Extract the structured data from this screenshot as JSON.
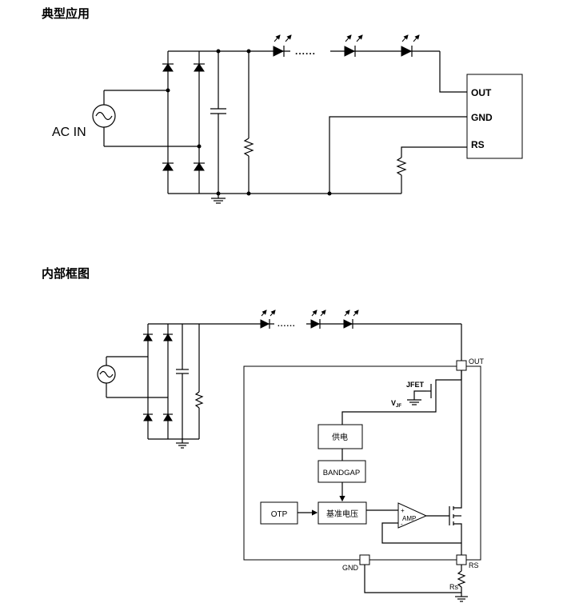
{
  "headings": {
    "typical_application": "典型应用",
    "internal_block_diagram": "内部框图"
  },
  "typical": {
    "ac_in_label": "AC IN",
    "led_ellipsis": "......",
    "pins": {
      "out": "OUT",
      "gnd": "GND",
      "rs": "RS"
    }
  },
  "internal": {
    "led_ellipsis": "......",
    "pins": {
      "out": "OUT",
      "gnd": "GND",
      "rs": "RS"
    },
    "jfet_label": "JFET",
    "vjf_label": "V",
    "vjf_sub": "JF",
    "blocks": {
      "supply": "供电",
      "bandgap": "BANDGAP",
      "reference": "基准电压",
      "otp": "OTP",
      "amp": "AMP"
    },
    "amp_plus": "+",
    "amp_minus": "-",
    "rs_resistor_label": "Rs"
  }
}
